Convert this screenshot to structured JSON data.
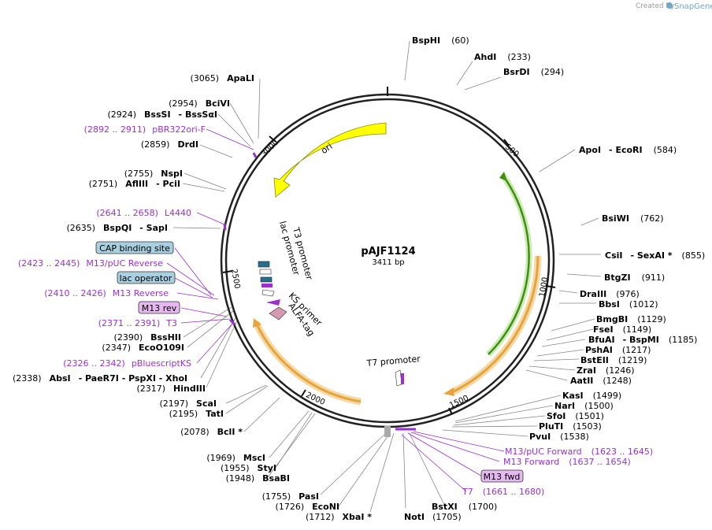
{
  "credit": {
    "prefix": "Created by",
    "brand": "SnapGene"
  },
  "plasmid": {
    "name": "pAJF1124",
    "length_label": "3411 bp"
  },
  "ticks": [
    "500",
    "1000",
    "1500",
    "2000",
    "2500",
    "3000"
  ],
  "features": {
    "ori": "ori",
    "t7": "T7 promoter",
    "lac_promoter": "lac promoter",
    "t3_promoter": "T3 promoter",
    "ks_primer": "KS primer",
    "alfa_tag": "ALFA-tag"
  },
  "boxed": {
    "cap": "CAP binding site",
    "lac_op": "lac operator",
    "m13rev": "M13 rev",
    "m13fwd": "M13 fwd"
  },
  "enzymes": {
    "bsphi": {
      "name": "BspHI",
      "pos": "(60)"
    },
    "ahdi": {
      "name": "AhdI",
      "pos": "(233)"
    },
    "bsrdi": {
      "name": "BsrDI",
      "pos": "(294)"
    },
    "apoi": {
      "name": "ApoI",
      "extra": "- EcoRI",
      "pos": "(584)"
    },
    "bsiwi": {
      "name": "BsiWI",
      "pos": "(762)"
    },
    "csii": {
      "name": "CsiI",
      "extra": "- SexAI *",
      "pos": "(855)"
    },
    "btgzi": {
      "name": "BtgZI",
      "pos": "(911)"
    },
    "draiii": {
      "name": "DraIII",
      "pos": "(976)"
    },
    "bbsi": {
      "name": "BbsI",
      "pos": "(1012)"
    },
    "bmgbi": {
      "name": "BmgBI",
      "pos": "(1129)"
    },
    "fsei": {
      "name": "FseI",
      "pos": "(1149)"
    },
    "bfuai": {
      "name": "BfuAI",
      "extra": "- BspMI",
      "pos": "(1185)"
    },
    "pshai": {
      "name": "PshAI",
      "pos": "(1217)"
    },
    "bsteii": {
      "name": "BstEII",
      "pos": "(1219)"
    },
    "zrai": {
      "name": "ZraI",
      "pos": "(1246)"
    },
    "aatii": {
      "name": "AatII",
      "pos": "(1248)"
    },
    "kasi": {
      "name": "KasI",
      "pos": "(1499)"
    },
    "nari": {
      "name": "NarI",
      "pos": "(1500)"
    },
    "sfoi": {
      "name": "SfoI",
      "pos": "(1501)"
    },
    "pluti": {
      "name": "PluTI",
      "pos": "(1503)"
    },
    "pvui": {
      "name": "PvuI",
      "pos": "(1538)"
    },
    "bstxi": {
      "name": "BstXI",
      "pos": "(1700)"
    },
    "noti": {
      "name": "NotI",
      "pos": "(1705)"
    },
    "xbai": {
      "name": "XbaI *",
      "pos": "(1712)"
    },
    "econi": {
      "name": "EcoNI",
      "pos": "(1726)"
    },
    "pasi": {
      "name": "PasI",
      "pos": "(1755)"
    },
    "bsabi": {
      "name": "BsaBI",
      "pos": "(1948)"
    },
    "styi": {
      "name": "StyI",
      "pos": "(1955)"
    },
    "msci": {
      "name": "MscI",
      "pos": "(1969)"
    },
    "bcli": {
      "name": "BclI *",
      "pos": "(2078)"
    },
    "tati": {
      "name": "TatI",
      "pos": "(2195)"
    },
    "scai": {
      "name": "ScaI",
      "pos": "(2197)"
    },
    "hindiii": {
      "name": "HindIII",
      "pos": "(2317)"
    },
    "absi": {
      "name": "AbsI",
      "extra": "- PaeR7I - PspXI - XhoI",
      "pos": "(2338)"
    },
    "eco0109i": {
      "name": "EcoO109I",
      "pos": "(2347)"
    },
    "bsshii": {
      "name": "BssHII",
      "pos": "(2390)"
    },
    "bspqi": {
      "name": "BspQI",
      "extra": "- SapI",
      "pos": "(2635)"
    },
    "afliii": {
      "name": "AflIII",
      "extra": "- PciI",
      "pos": "(2751)"
    },
    "nspi": {
      "name": "NspI",
      "pos": "(2755)"
    },
    "drdi": {
      "name": "DrdI",
      "pos": "(2859)"
    },
    "bsssi": {
      "name": "BssSI",
      "extra": "- BssSαI",
      "pos": "(2924)"
    },
    "bcivi": {
      "name": "BciVI",
      "pos": "(2954)"
    },
    "apali": {
      "name": "ApaLI",
      "pos": "(3065)"
    }
  },
  "primers": {
    "m13puc_fwd": {
      "name": "M13/pUC Forward",
      "range": "(1623 .. 1645)"
    },
    "m13_fwd": {
      "name": "M13 Forward",
      "range": "(1637 .. 1654)"
    },
    "t7": {
      "name": "T7",
      "range": "(1661 .. 1680)"
    },
    "pbr322": {
      "name": "pBR322ori-F",
      "range": "(2892 .. 2911)"
    },
    "l4440": {
      "name": "L4440",
      "range": "(2641 .. 2658)"
    },
    "m13puc_rev": {
      "name": "M13/pUC Reverse",
      "range": "(2423 .. 2445)"
    },
    "m13_rev": {
      "name": "M13 Reverse",
      "range": "(2410 .. 2426)"
    },
    "t3": {
      "name": "T3",
      "range": "(2371 .. 2391)"
    },
    "pbluescriptks": {
      "name": "pBluescriptKS",
      "range": "(2326 .. 2342)"
    }
  },
  "colors": {
    "ori": "#ffff00",
    "orange": "#e8a33a",
    "green": "#3f8f10",
    "primer": "#9b30d0",
    "boxblue": "#a8d0e0",
    "boxpurple": "#e6b8f0"
  }
}
